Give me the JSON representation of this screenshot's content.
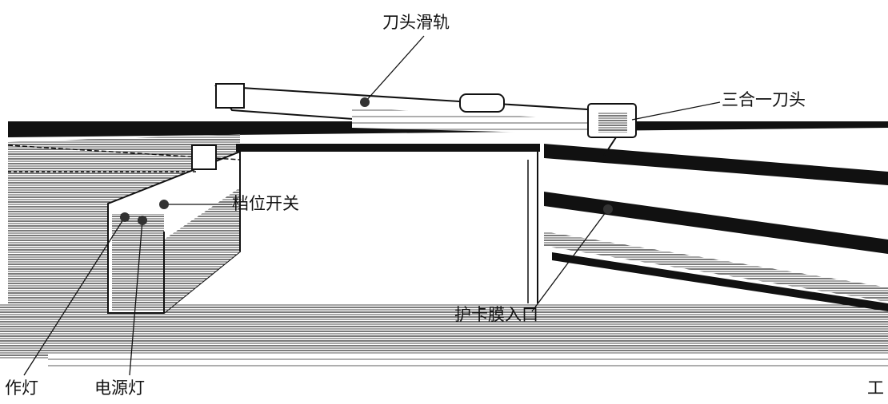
{
  "labels": {
    "blade_rail": "刀头滑轨",
    "three_in_one_head": "三合一刀头",
    "position_switch": "档位开关",
    "film_entry": "护卡膜入口",
    "work_light": "作灯",
    "power_light": "电源灯",
    "work_light_right": "工"
  },
  "colors": {
    "line": "#111111",
    "dot": "#333333",
    "hatch": "#1a1a1a"
  }
}
